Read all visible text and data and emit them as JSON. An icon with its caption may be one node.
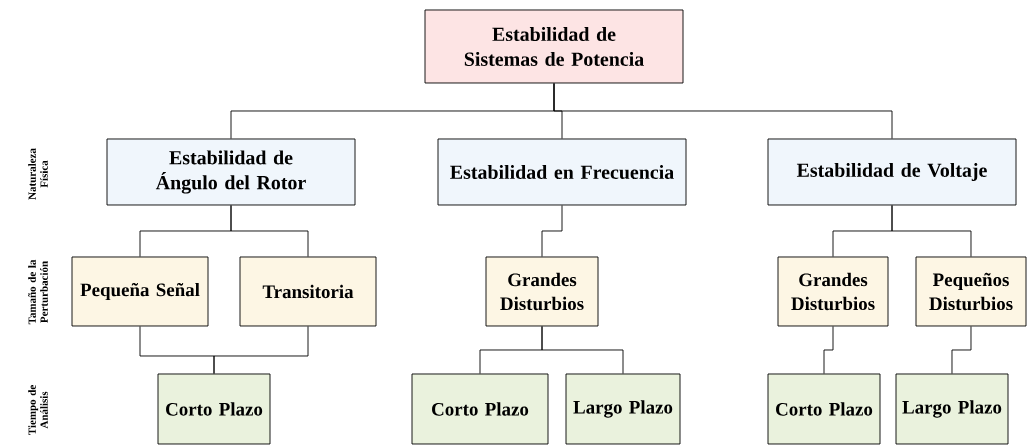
{
  "diagram": {
    "nodes": [
      {
        "text": [
          "Estabilidad de Sistemas de Potencia"
        ]
      },
      {
        "text": [
          "Estabilidad de Ángulo del Rotor"
        ]
      },
      {
        "text": [
          "Estabilidad en Frecuencia"
        ]
      },
      {
        "text": [
          "Estabilidad de Voltaje"
        ]
      },
      {
        "text": [
          "Pequeña Señal"
        ]
      },
      {
        "text": [
          "Transitoria"
        ]
      },
      {
        "text": [
          "Grandes Disturbios"
        ]
      },
      {
        "text": [
          "Grandes Disturbios"
        ]
      },
      {
        "text": [
          "Pequeños Disturbios"
        ]
      },
      {
        "text": [
          "Corto Plazo"
        ]
      },
      {
        "text": [
          "Corto Plazo"
        ]
      },
      {
        "text": [
          "Largo Plazo"
        ]
      },
      {
        "text": [
          "Corto Plazo"
        ]
      },
      {
        "text": [
          "Largo Plazo"
        ]
      }
    ],
    "edges": [
      {
        "from": 0,
        "to": 1,
        "arrow": "none"
      },
      {
        "from": 0,
        "to": 2,
        "arrow": "none"
      },
      {
        "from": 0,
        "to": 3,
        "arrow": "none"
      },
      {
        "from": 1,
        "to": 4,
        "arrow": "none"
      },
      {
        "from": 1,
        "to": 5,
        "arrow": "none"
      },
      {
        "from": 2,
        "to": 6,
        "arrow": "none"
      },
      {
        "from": 3,
        "to": 7,
        "arrow": "none"
      },
      {
        "from": 3,
        "to": 8,
        "arrow": "none"
      },
      {
        "from": 4,
        "to": 9,
        "arrow": "none"
      },
      {
        "from": 5,
        "to": 9,
        "arrow": "none"
      },
      {
        "from": 6,
        "to": 10,
        "arrow": "none"
      },
      {
        "from": 6,
        "to": 11,
        "arrow": "none"
      },
      {
        "from": 7,
        "to": 12,
        "arrow": "none"
      },
      {
        "from": 8,
        "to": 13,
        "arrow": "none"
      }
    ],
    "labels": [
      "Naturaleza Física",
      "Tamaño de la Perturbación",
      "Tiempo de Análisis"
    ]
  }
}
